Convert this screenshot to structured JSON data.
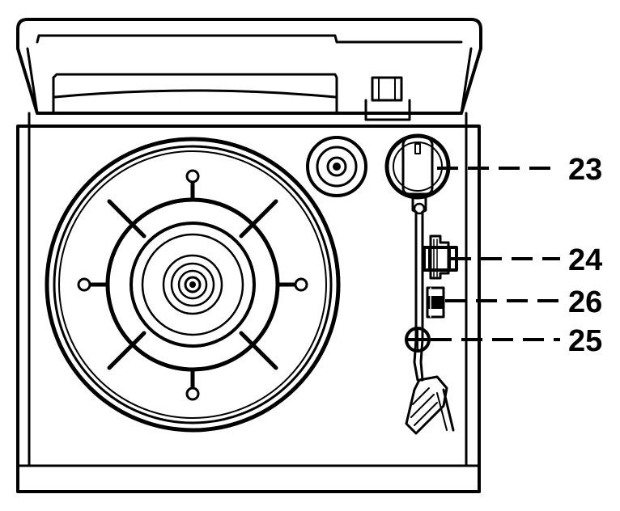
{
  "callouts": {
    "c23": "23",
    "c24": "24",
    "c26": "26",
    "c25": "25"
  },
  "colors": {
    "stroke": "#000000",
    "background": "#ffffff"
  }
}
